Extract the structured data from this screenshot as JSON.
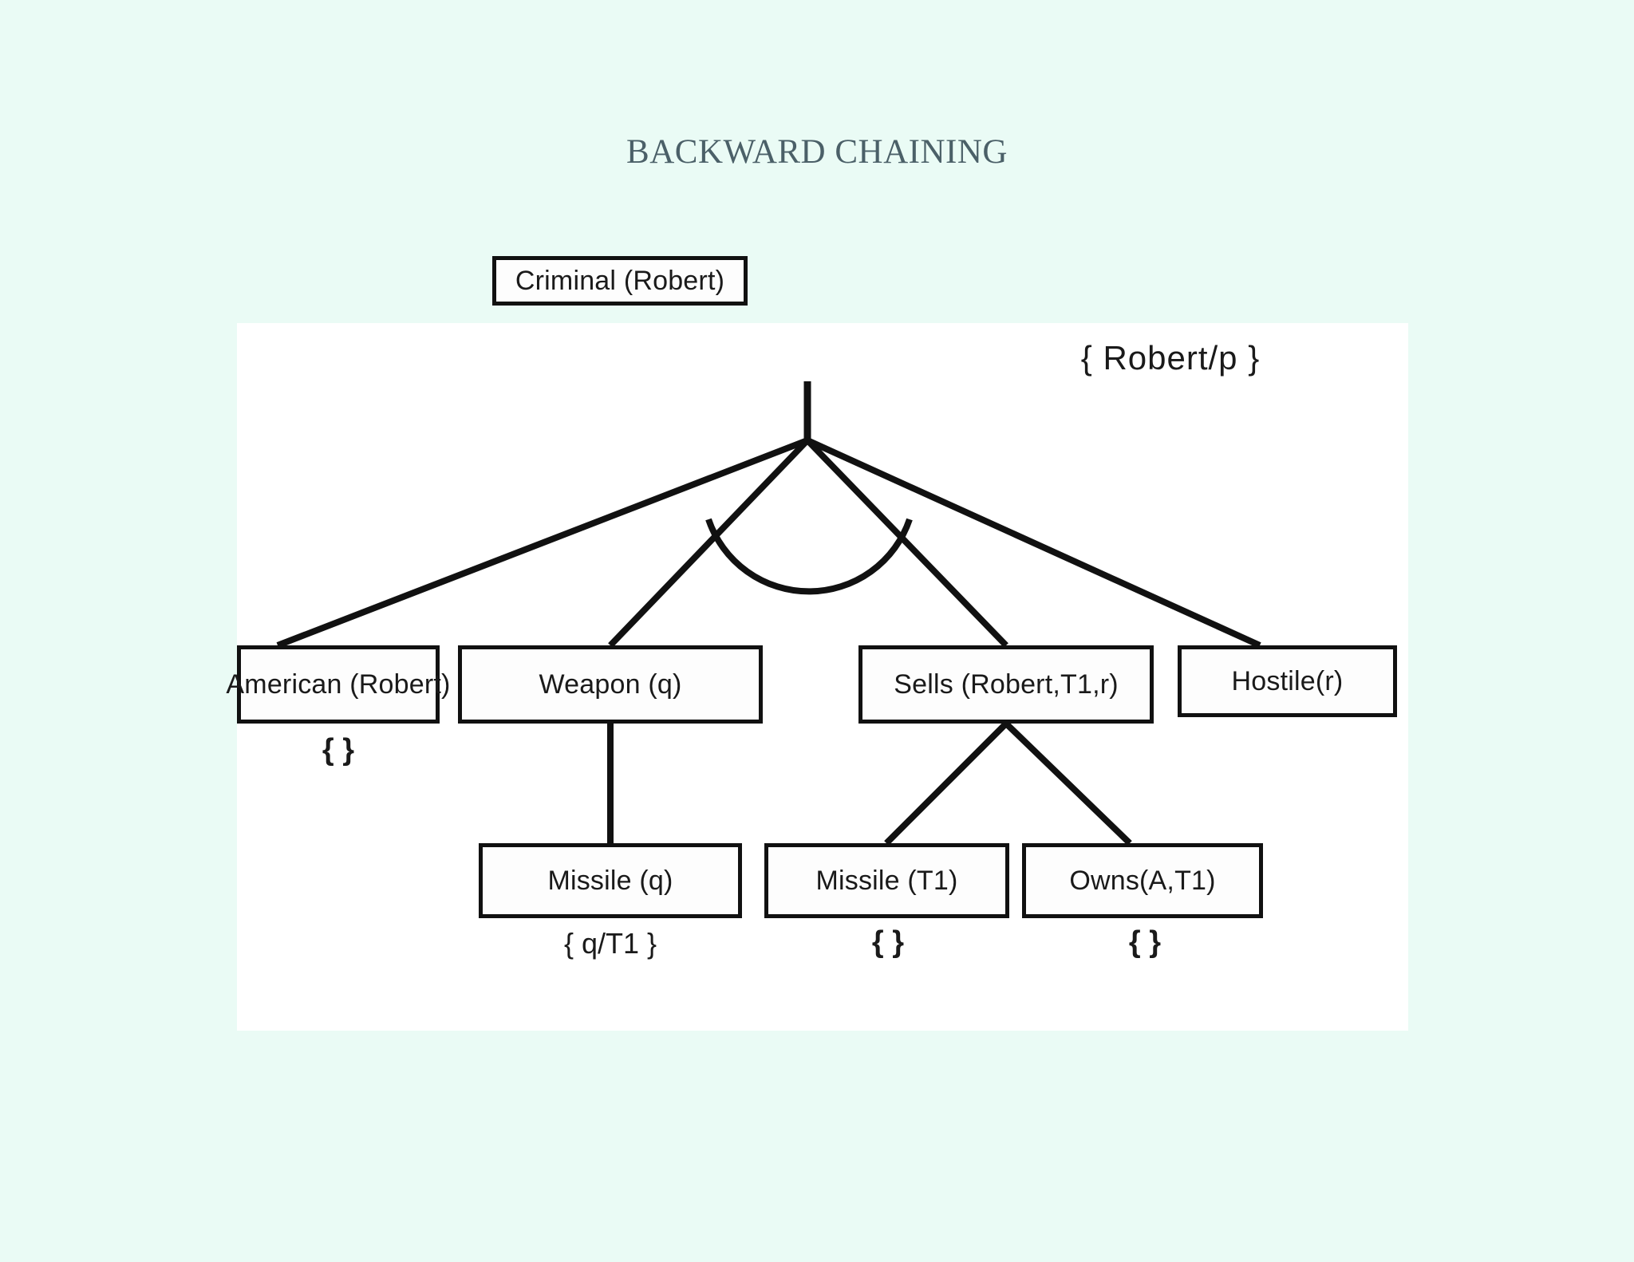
{
  "slide": {
    "title": "BACKWARD CHAINING",
    "background_color": "#eafbf5",
    "title_color": "#4b6068",
    "panel_color": "#ffffff",
    "line_color": "#111111"
  },
  "diagram": {
    "type": "and-or proof tree",
    "root": {
      "label": "Criminal (Robert)",
      "substitution": "{ Robert/p }"
    },
    "level2": [
      {
        "label": "American (Robert)",
        "substitution": "{ }"
      },
      {
        "label": "Weapon (q)",
        "substitution": ""
      },
      {
        "label": "Sells (Robert,T1,r)",
        "substitution": ""
      },
      {
        "label": "Hostile(r)",
        "substitution": ""
      }
    ],
    "level3": [
      {
        "label": "Missile (q)",
        "substitution": "{ q/T1 }"
      },
      {
        "label": "Missile (T1)",
        "substitution": "{ }"
      },
      {
        "label": "Owns(A,T1)",
        "substitution": "{ }"
      }
    ]
  }
}
